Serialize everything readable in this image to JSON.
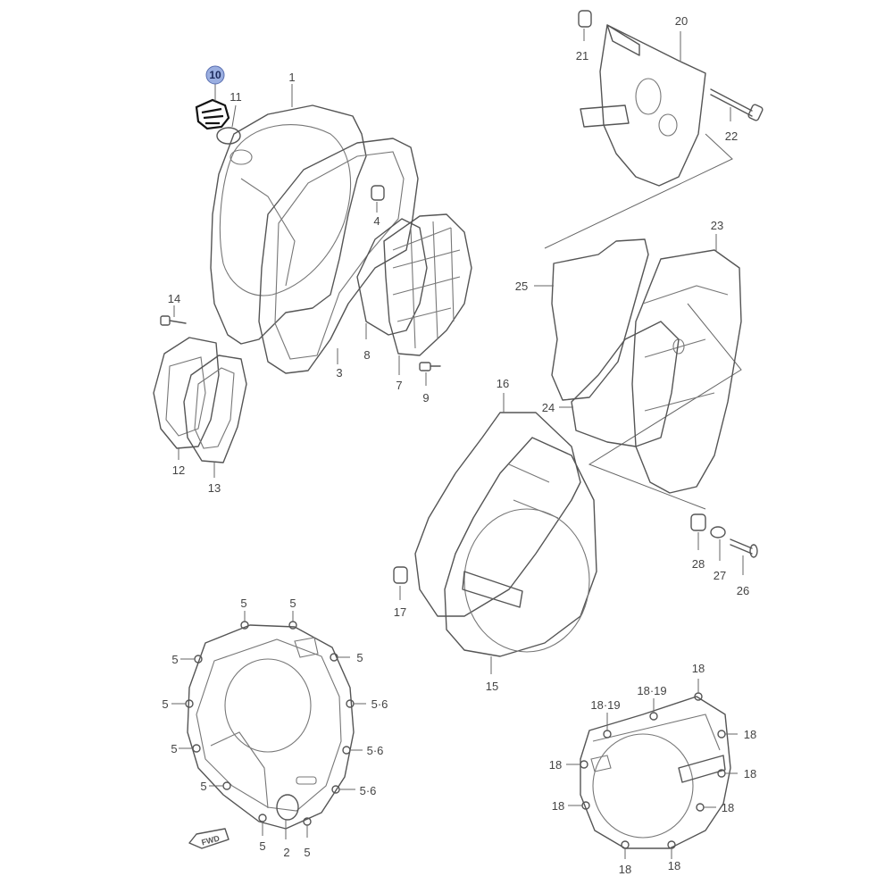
{
  "selected_part": "10",
  "labels": {
    "p1": "1",
    "p2": "2",
    "p3": "3",
    "p4": "4",
    "p5a": "5",
    "p5b": "5",
    "p5c": "5",
    "p5d": "5",
    "p5e": "5",
    "p5f": "5",
    "p5g": "5",
    "p5h": "5",
    "p5i": "5",
    "p56a": "5·6",
    "p56b": "5·6",
    "p56c": "5·6",
    "p7": "7",
    "p8": "8",
    "p9": "9",
    "p10": "10",
    "p11": "11",
    "p12": "12",
    "p13": "13",
    "p14": "14",
    "p15": "15",
    "p16": "16",
    "p17": "17",
    "p18a": "18",
    "p18b": "18",
    "p18c": "18",
    "p18d": "18",
    "p18e": "18",
    "p18f": "18",
    "p18g": "18",
    "p18h": "18",
    "p1819a": "18·19",
    "p1819b": "18·19",
    "p20": "20",
    "p21": "21",
    "p22": "22",
    "p23": "23",
    "p24": "24",
    "p25": "25",
    "p26": "26",
    "p27": "27",
    "p28": "28"
  },
  "fwd_text": "FWD",
  "colors": {
    "line": "#555555",
    "highlight": "#9aaee0"
  }
}
